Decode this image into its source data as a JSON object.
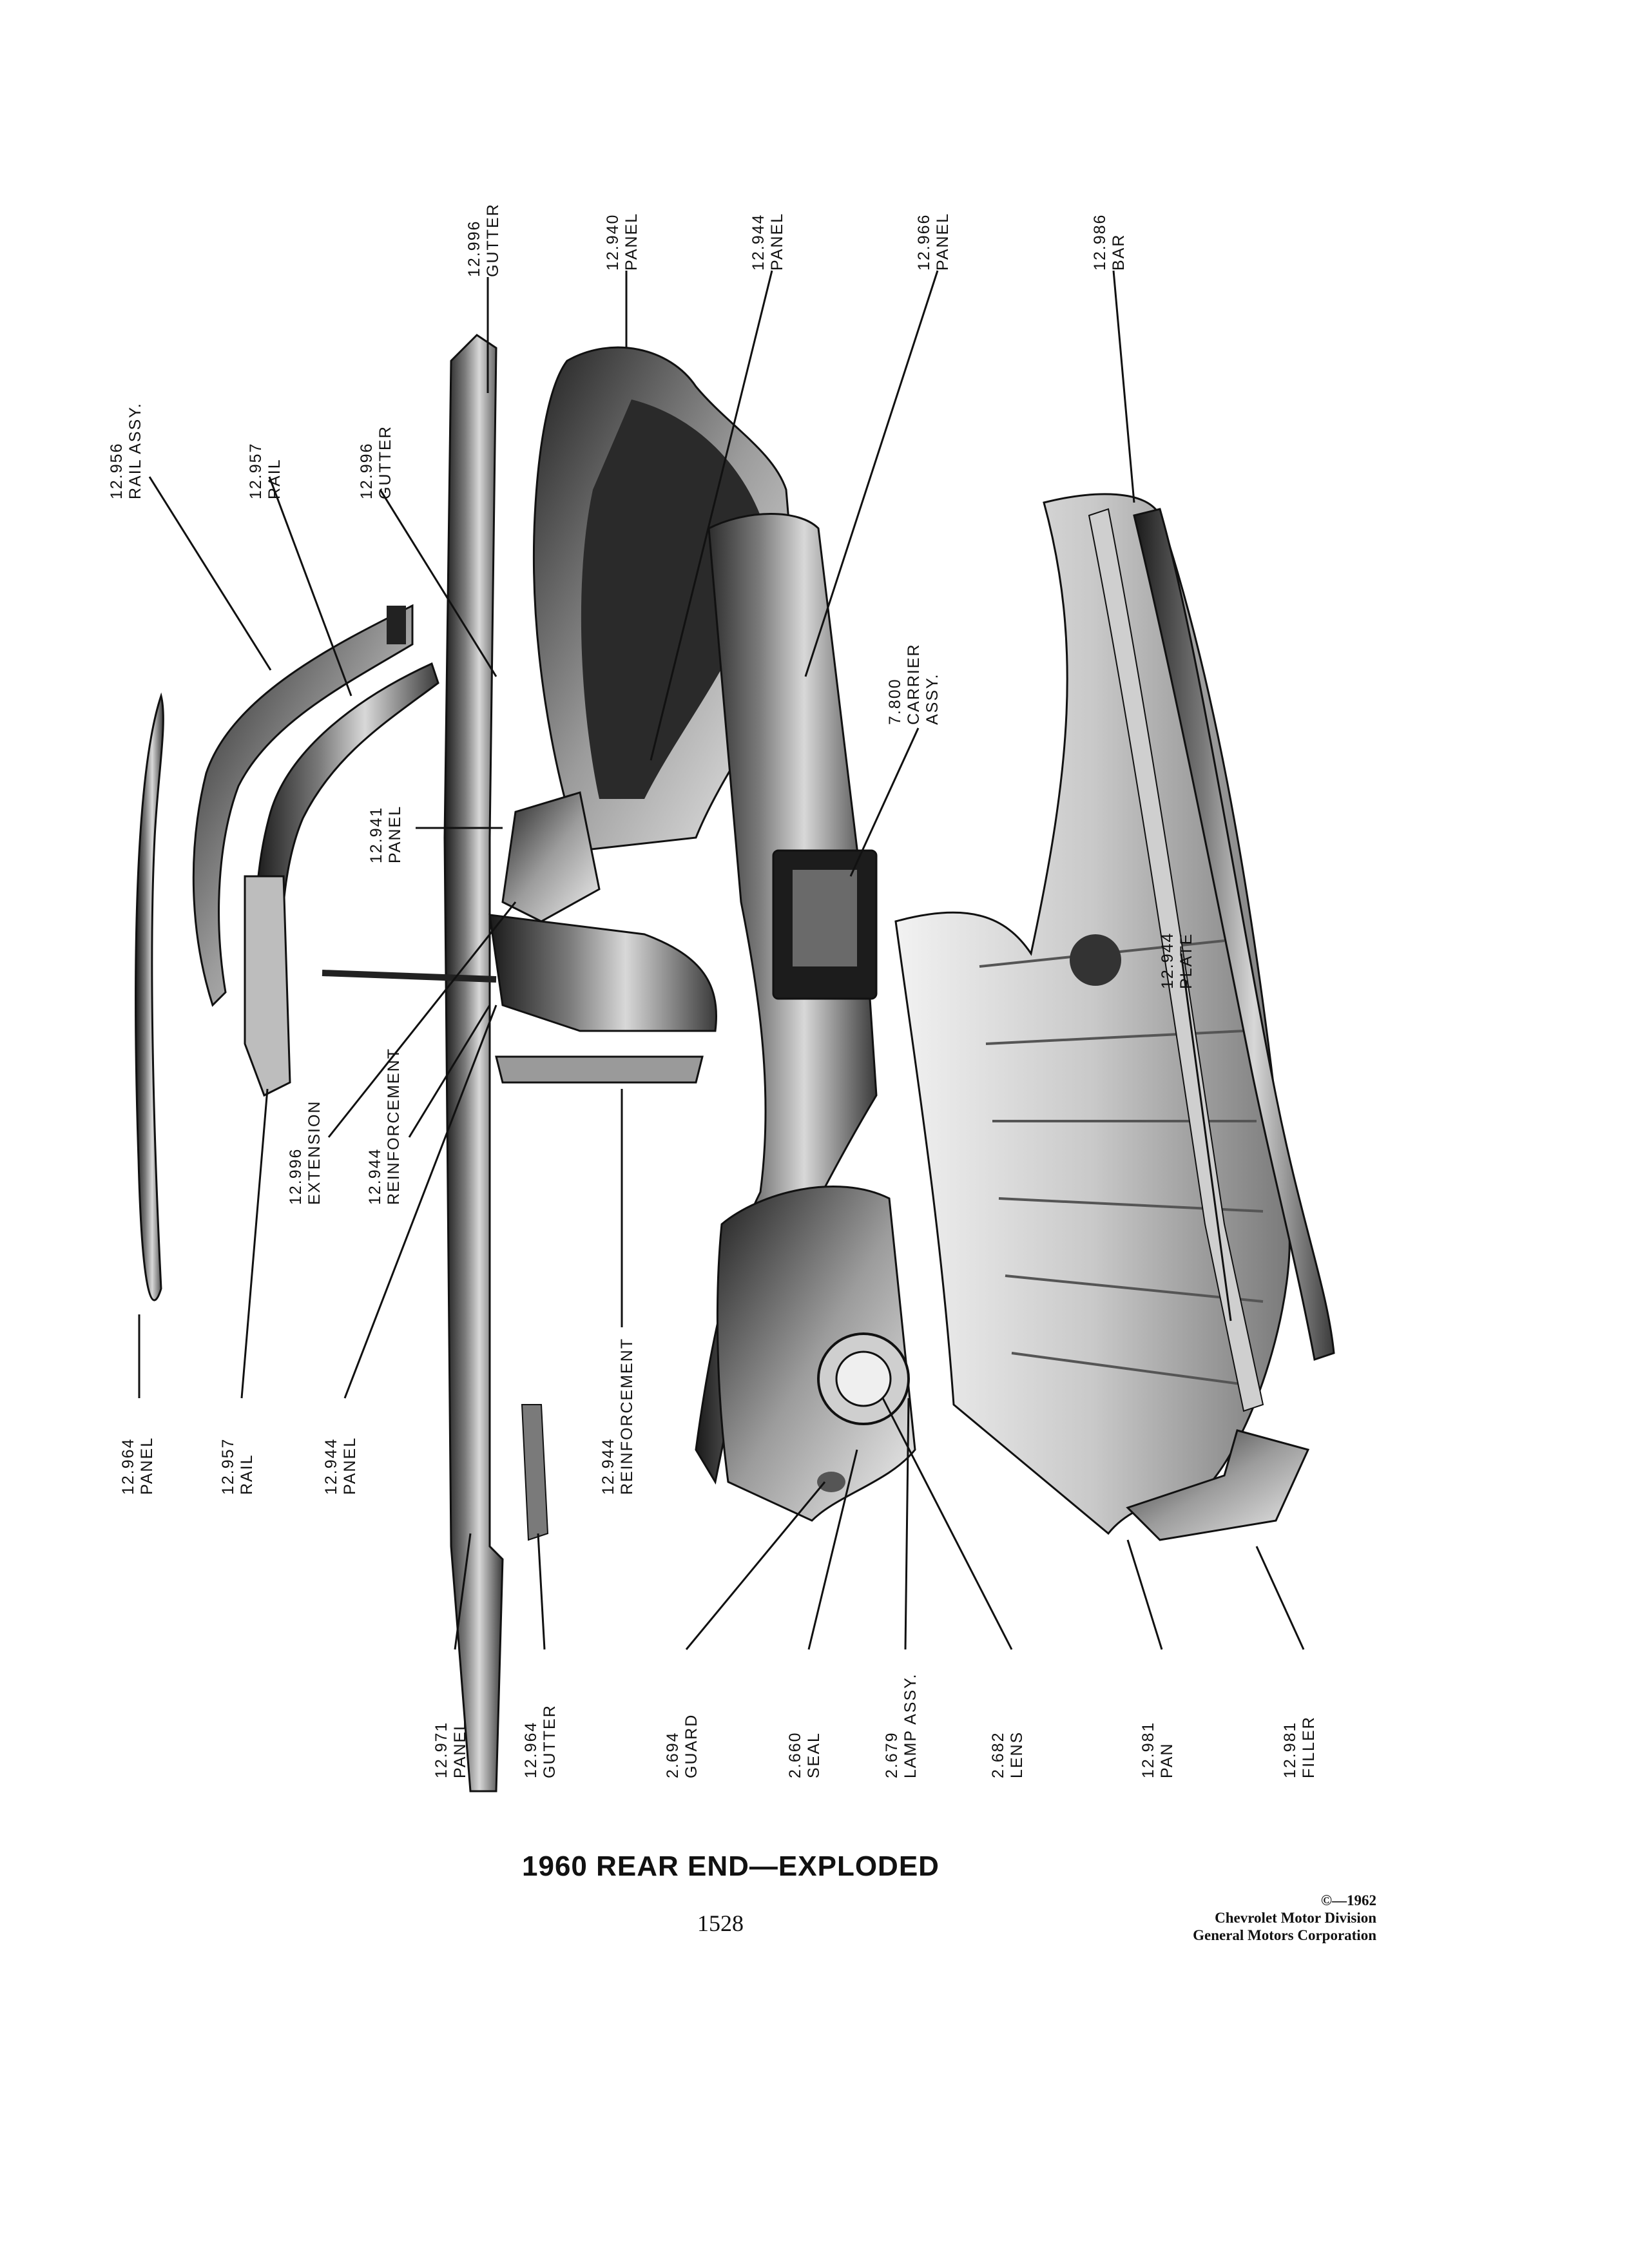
{
  "title": "1960 REAR END—EXPLODED",
  "page_number": "1528",
  "copyright": {
    "line1": "©—1962",
    "line2": "Chevrolet Motor Division",
    "line3": "General Motors Corporation"
  },
  "callouts": [
    {
      "number": "12.996",
      "name": "GUTTER"
    },
    {
      "number": "12.940",
      "name": "PANEL"
    },
    {
      "number": "12.944",
      "name": "PANEL"
    },
    {
      "number": "12.966",
      "name": "PANEL"
    },
    {
      "number": "12.986",
      "name": "BAR"
    },
    {
      "number": "12.956",
      "name": "RAIL ASSY."
    },
    {
      "number": "12.957",
      "name": "RAIL"
    },
    {
      "number": "12.996",
      "name": "GUTTER"
    },
    {
      "number": "7.800",
      "name": "CARRIER",
      "name2": "ASSY."
    },
    {
      "number": "12.941",
      "name": "PANEL"
    },
    {
      "number": "12.944",
      "name": "PLATE"
    },
    {
      "number": "12.996",
      "name": "EXTENSION"
    },
    {
      "number": "12.944",
      "name": "REINFORCEMENT"
    },
    {
      "number": "12.964",
      "name": "PANEL"
    },
    {
      "number": "12.957",
      "name": "RAIL"
    },
    {
      "number": "12.944",
      "name": "PANEL"
    },
    {
      "number": "12.944",
      "name": "REINFORCEMENT"
    },
    {
      "number": "12.971",
      "name": "PANEL"
    },
    {
      "number": "12.964",
      "name": "GUTTER"
    },
    {
      "number": "2.694",
      "name": "GUARD"
    },
    {
      "number": "2.660",
      "name": "SEAL"
    },
    {
      "number": "2.679",
      "name": "LAMP ASSY."
    },
    {
      "number": "2.682",
      "name": "LENS"
    },
    {
      "number": "12.981",
      "name": "PAN"
    },
    {
      "number": "12.981",
      "name": "FILLER"
    }
  ]
}
